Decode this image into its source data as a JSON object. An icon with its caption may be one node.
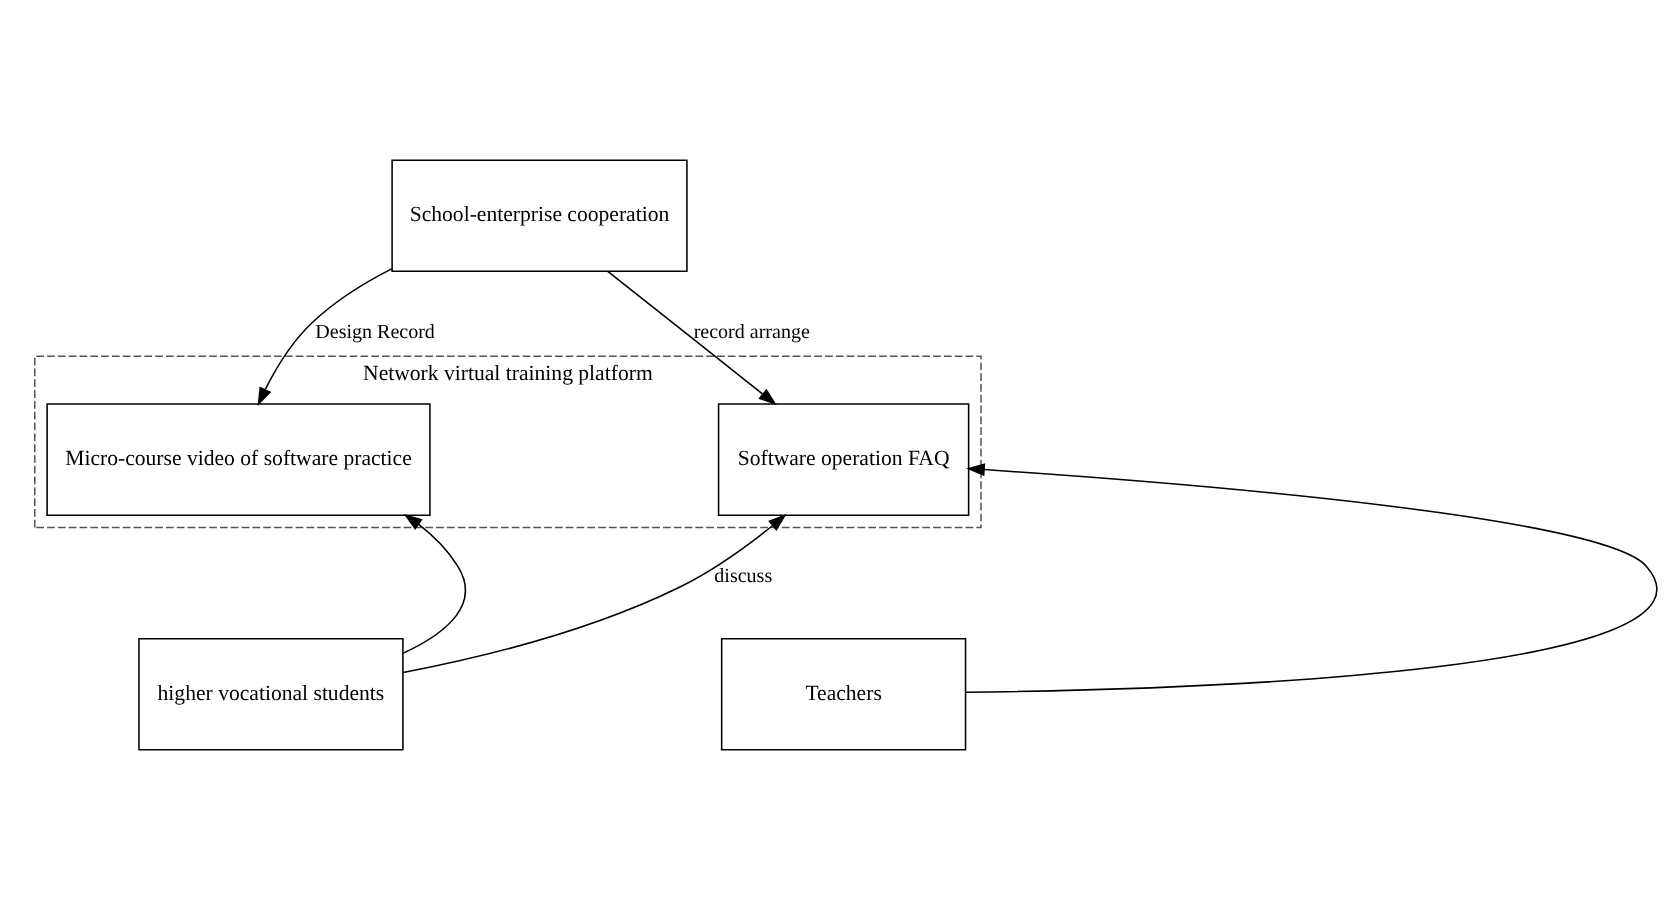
{
  "diagram": {
    "nodes": [
      {
        "text": [
          "School-enterprise cooperation"
        ]
      },
      {
        "text": [
          "Network virtual training platform"
        ]
      },
      {
        "text": [
          "Micro-course video of software practice"
        ],
        "in": 1
      },
      {
        "text": [
          "Software operation FAQ"
        ],
        "in": 1
      },
      {
        "text": [
          "higher vocational students"
        ]
      },
      {
        "text": [
          "Teachers"
        ]
      }
    ],
    "edges": [
      {
        "from": 0,
        "to": 2,
        "arrow": "to",
        "label": "Design Record"
      },
      {
        "from": 0,
        "to": 3,
        "arrow": "to",
        "label": "record arrange"
      },
      {
        "from": 4,
        "to": 2,
        "arrow": "to"
      },
      {
        "from": 4,
        "to": 3,
        "arrow": "to",
        "label": "discuss"
      },
      {
        "from": 5,
        "to": 3,
        "arrow": "to"
      }
    ]
  }
}
